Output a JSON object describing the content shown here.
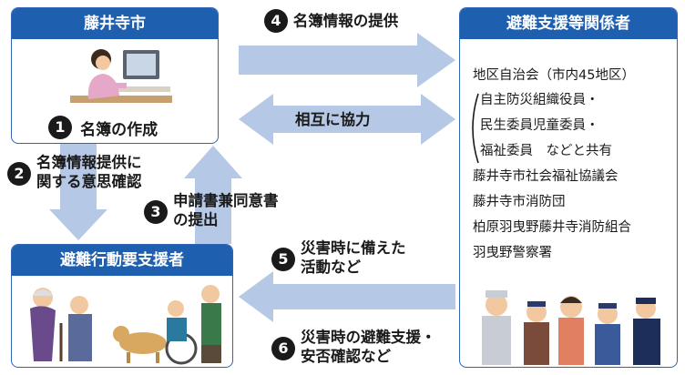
{
  "city": {
    "title": "藤井寺市",
    "step1_num": "1",
    "step1_label": "名簿の作成"
  },
  "support": {
    "title": "避難支援等関係者",
    "lines": [
      "地区自治会（市内45地区）",
      "自主防災組織役員・",
      "民生委員児童委員・",
      "福祉委員　などと共有",
      "藤井寺市社会福祉協議会",
      "藤井寺市消防団",
      "柏原羽曳野藤井寺消防組合",
      "羽曳野警察署"
    ]
  },
  "needs": {
    "title": "避難行動要支援者"
  },
  "steps": {
    "s2": {
      "num": "2",
      "line1": "名簿情報提供に",
      "line2": "関する意思確認"
    },
    "s3": {
      "num": "3",
      "line1": "申請書兼同意書",
      "line2": "の提出"
    },
    "s4": {
      "num": "4",
      "line1": "名簿情報の提供"
    },
    "mutual": {
      "line1": "相互に協力"
    },
    "s5": {
      "num": "5",
      "line1": "災害時に備えた",
      "line2": "活動など"
    },
    "s6": {
      "num": "6",
      "line1": "災害時の避難支援・",
      "line2": "安否確認など"
    }
  },
  "colors": {
    "header": "#1f5fb0",
    "arrow": "#b5c8e6"
  }
}
